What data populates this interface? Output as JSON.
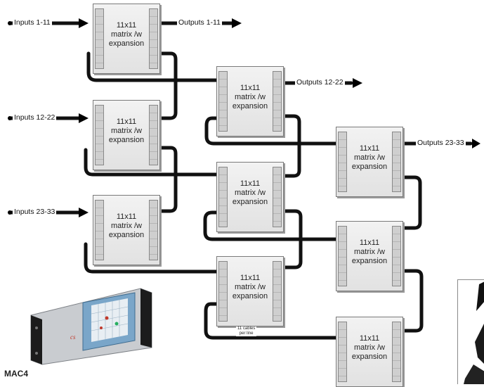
{
  "inputs": [
    {
      "label": "Inputs 1-11"
    },
    {
      "label": "Inputs 12-22"
    },
    {
      "label": "Inputs 23-33"
    }
  ],
  "outputs": [
    {
      "label": "Outputs 1-11"
    },
    {
      "label": "Outputs 12-22"
    },
    {
      "label": "Outputs 23-33"
    }
  ],
  "matrix_label": "11x11\nmatrix /w\nexpansion",
  "matrix_count": 9,
  "cable_note": "11 cables\nper line",
  "product": {
    "name": "MAC4"
  },
  "colors": {
    "wire": "#111111",
    "box_fill": "#e8e8e8",
    "box_border": "#7a7a7a"
  }
}
